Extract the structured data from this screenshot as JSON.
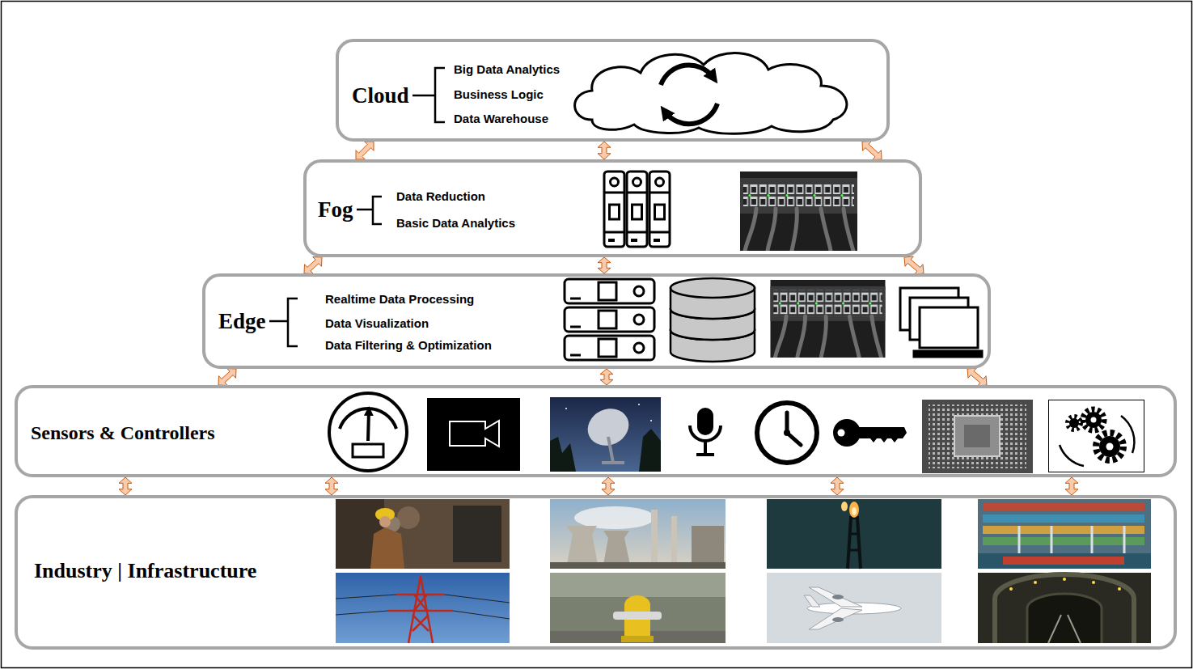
{
  "diagram": {
    "nodes": [
      {
        "text": [
          "Cloud",
          "Big Data Analytics",
          "Business Logic",
          "Data Warehouse"
        ]
      },
      {
        "text": [
          "Fog",
          "Data Reduction",
          "Basic Data Analytics"
        ]
      },
      {
        "text": [
          "Edge",
          "Realtime Data Processing",
          "Data Visualization",
          "Data Filtering & Optimization"
        ]
      },
      {
        "text": [
          "Sensors & Controllers"
        ]
      },
      {
        "text": [
          "Industry | Infrastructure"
        ]
      }
    ],
    "edges": [
      {
        "from": 0,
        "to": 1,
        "arrow": "both"
      },
      {
        "from": 0,
        "to": 1,
        "arrow": "both"
      },
      {
        "from": 0,
        "to": 1,
        "arrow": "both"
      },
      {
        "from": 1,
        "to": 2,
        "arrow": "both"
      },
      {
        "from": 1,
        "to": 2,
        "arrow": "both"
      },
      {
        "from": 1,
        "to": 2,
        "arrow": "both"
      },
      {
        "from": 2,
        "to": 3,
        "arrow": "both"
      },
      {
        "from": 2,
        "to": 3,
        "arrow": "both"
      },
      {
        "from": 2,
        "to": 3,
        "arrow": "both"
      },
      {
        "from": 3,
        "to": 4,
        "arrow": "both"
      },
      {
        "from": 3,
        "to": 4,
        "arrow": "both"
      },
      {
        "from": 3,
        "to": 4,
        "arrow": "both"
      },
      {
        "from": 3,
        "to": 4,
        "arrow": "both"
      },
      {
        "from": 3,
        "to": 4,
        "arrow": "both"
      }
    ]
  }
}
